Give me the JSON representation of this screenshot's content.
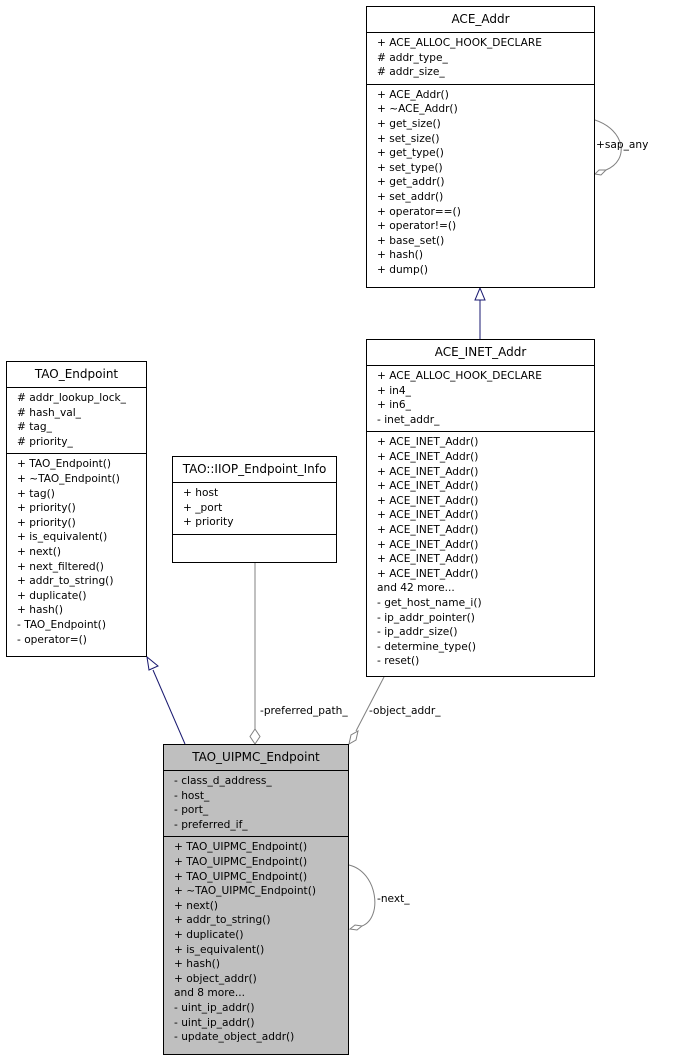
{
  "diagram": {
    "classes": {
      "ace_addr": {
        "name": "ACE_Addr",
        "attributes": [
          "+ ACE_ALLOC_HOOK_DECLARE",
          "# addr_type_",
          "# addr_size_"
        ],
        "operations": [
          "+ ACE_Addr()",
          "+ ~ACE_Addr()",
          "+ get_size()",
          "+ set_size()",
          "+ get_type()",
          "+ set_type()",
          "+ get_addr()",
          "+ set_addr()",
          "+ operator==()",
          "+ operator!=()",
          "+ base_set()",
          "+ hash()",
          "+ dump()"
        ]
      },
      "ace_inet_addr": {
        "name": "ACE_INET_Addr",
        "attributes": [
          "+ ACE_ALLOC_HOOK_DECLARE",
          "+ in4_",
          "+ in6_",
          "- inet_addr_"
        ],
        "operations": [
          "+ ACE_INET_Addr()",
          "+ ACE_INET_Addr()",
          "+ ACE_INET_Addr()",
          "+ ACE_INET_Addr()",
          "+ ACE_INET_Addr()",
          "+ ACE_INET_Addr()",
          "+ ACE_INET_Addr()",
          "+ ACE_INET_Addr()",
          "+ ACE_INET_Addr()",
          "+ ACE_INET_Addr()",
          "and 42 more...",
          "- get_host_name_i()",
          "- ip_addr_pointer()",
          "- ip_addr_size()",
          "- determine_type()",
          "- reset()"
        ]
      },
      "tao_endpoint": {
        "name": "TAO_Endpoint",
        "attributes": [
          "# addr_lookup_lock_",
          "# hash_val_",
          "# tag_",
          "# priority_"
        ],
        "operations": [
          "+ TAO_Endpoint()",
          "+ ~TAO_Endpoint()",
          "+ tag()",
          "+ priority()",
          "+ priority()",
          "+ is_equivalent()",
          "+ next()",
          "+ next_filtered()",
          "+ addr_to_string()",
          "+ duplicate()",
          "+ hash()",
          "- TAO_Endpoint()",
          "- operator=()"
        ]
      },
      "iiop_endpoint_info": {
        "name": "TAO::IIOP_Endpoint_Info",
        "attributes": [
          "+ host",
          "+ _port",
          "+ priority"
        ],
        "operations": []
      },
      "tao_uipmc_endpoint": {
        "name": "TAO_UIPMC_Endpoint",
        "attributes": [
          "- class_d_address_",
          "- host_",
          "- port_",
          "- preferred_if_"
        ],
        "operations": [
          "+ TAO_UIPMC_Endpoint()",
          "+ TAO_UIPMC_Endpoint()",
          "+ TAO_UIPMC_Endpoint()",
          "+ ~TAO_UIPMC_Endpoint()",
          "+ next()",
          "+ addr_to_string()",
          "+ duplicate()",
          "+ is_equivalent()",
          "+ hash()",
          "+ object_addr()",
          "and 8 more...",
          "- uint_ip_addr()",
          "- uint_ip_addr()",
          "- update_object_addr()"
        ]
      }
    },
    "relations": {
      "sap_any": "+sap_any",
      "preferred_path": "-preferred_path_",
      "object_addr": "-object_addr_",
      "next": "-next_"
    },
    "colors": {
      "inheritance": "#191970",
      "association": "#808080",
      "highlight_fill": "#bfbfbf"
    }
  }
}
